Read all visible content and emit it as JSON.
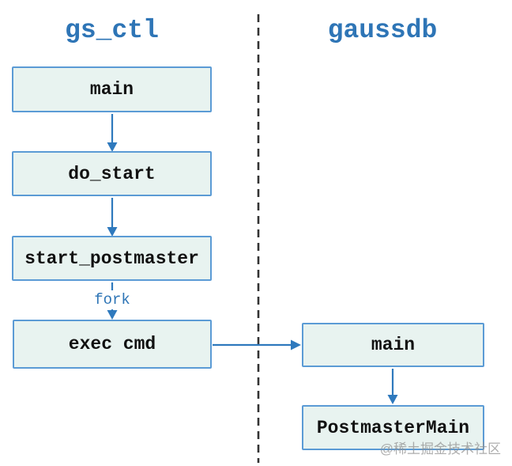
{
  "diagram": {
    "columns": [
      {
        "title": "gs_ctl",
        "boxes": [
          {
            "label": "main"
          },
          {
            "label": "do_start"
          },
          {
            "label": "start_postmaster"
          },
          {
            "label": "exec cmd"
          }
        ]
      },
      {
        "title": "gaussdb",
        "boxes": [
          {
            "label": "main"
          },
          {
            "label": "PostmasterMain"
          }
        ]
      }
    ],
    "fork_label": "fork",
    "watermark": "@稀土掘金技术社区",
    "colors": {
      "title_blue": "#2e75b6",
      "arrow_blue": "#2e79bd",
      "box_border": "#5b9bd5",
      "box_fill": "#e8f3f0",
      "divider_gray": "#333333",
      "label_text": "#111111",
      "watermark_gray": "#919191"
    }
  }
}
